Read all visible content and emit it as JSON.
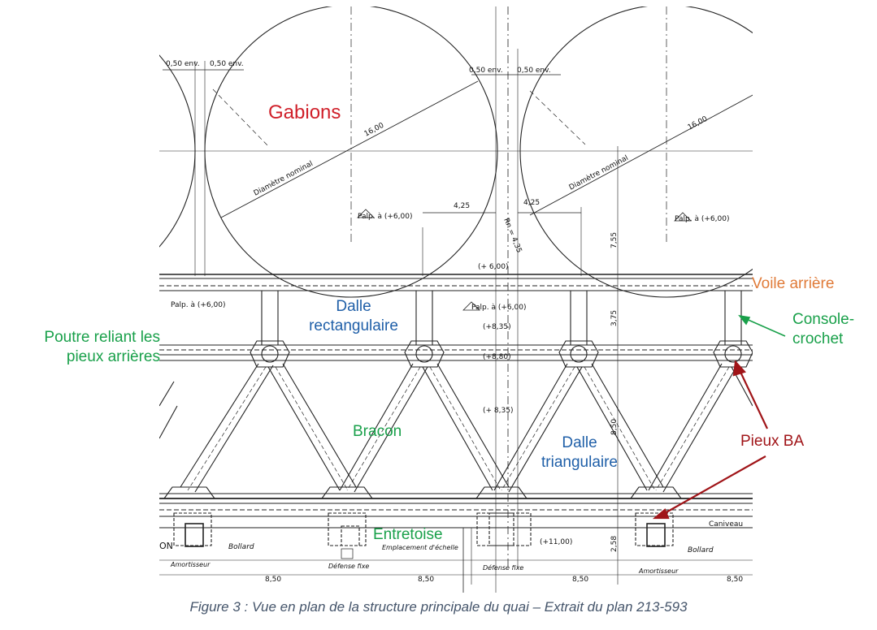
{
  "plan": {
    "dim_texts": [
      "0,50 env.",
      "0,50 env.",
      "0,50 env.",
      "0,50 env.",
      "16,00",
      "16,00",
      "Diamètre nominal",
      "Diamètre nominal",
      "4,25",
      "4,25",
      "Rn = 4,35",
      "7,55",
      "3,75",
      "8,50",
      "2,58",
      "Palp. à (+6,00)",
      "Palp. à (+6,00)",
      "Palp. à (+6,00)",
      "Palp. à (+6,00)",
      "(+ 6,00)",
      "(+8,35)",
      "(+8,80)",
      "(+ 8,35)",
      "(+11,00)",
      "Caniveau",
      "Bollard",
      "Bollard",
      "Emplacement d'échelle",
      "Amortisseur",
      "Amortisseur",
      "Défense fixe",
      "Défense fixe",
      "8,50",
      "8,50",
      "8,50",
      "8,50",
      "ON"
    ]
  },
  "labels": {
    "gabions": "Gabions",
    "dalle_rect_1": "Dalle",
    "dalle_rect_2": "rectangulaire",
    "dalle_tri_1": "Dalle",
    "dalle_tri_2": "triangulaire",
    "poutre_1": "Poutre reliant les",
    "poutre_2": "pieux arrières",
    "bracon": "Bracon",
    "entretoise": "Entretoise",
    "voile": "Voile arrière",
    "console_1": "Console-",
    "console_2": "crochet",
    "pieux": "Pieux BA"
  },
  "caption": "Figure 3 : Vue en plan de la structure principale du quai – Extrait du plan 213-593",
  "colors": {
    "red": "#d0202a",
    "blue": "#1f5fa8",
    "green": "#19a04a",
    "orange": "#e07b39",
    "dark_red": "#a01418",
    "caption": "#44546a"
  }
}
